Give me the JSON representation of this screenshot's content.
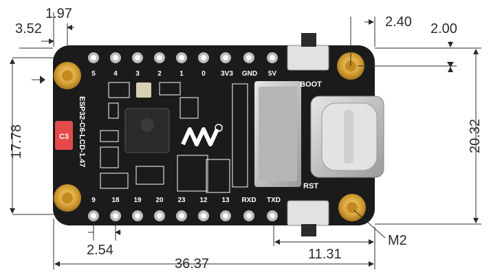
{
  "board": {
    "name_silk": "ESP32-C6-LCD-1.47",
    "chip_badge": "C3",
    "boot_label": "BOOT",
    "rst_label": "RST",
    "top_pins": [
      "5",
      "4",
      "3",
      "2",
      "1",
      "0",
      "3V3",
      "GND",
      "5V"
    ],
    "bottom_pins": [
      "9",
      "18",
      "19",
      "20",
      "23",
      "12",
      "13",
      "RXD",
      "TXD"
    ]
  },
  "dimensions": {
    "top_left_a": "3.52",
    "top_left_b": "1.97",
    "top_right_a": "2.40",
    "top_right_b": "2.00",
    "left_height": "17.78",
    "right_height": "20.32",
    "pin_pitch": "2.54",
    "usb_offset": "11.31",
    "total_width": "36.37",
    "hole_label": "M2"
  },
  "colors": {
    "pcb": "#1b1b1b",
    "gold": "#d9a53a",
    "silver": "#bdbdbd",
    "dimension_line": "#2b2b2b",
    "badge": "#e34b4b"
  }
}
